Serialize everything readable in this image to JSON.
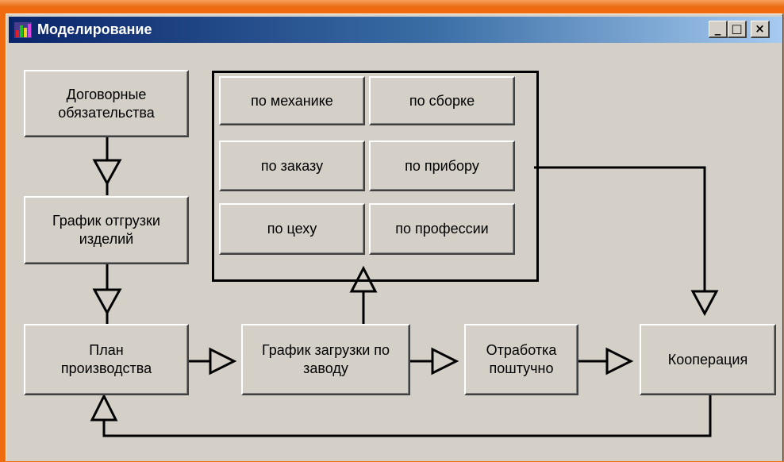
{
  "window": {
    "title": "Моделирование",
    "minimize_glyph": "_",
    "maximize_glyph": "□",
    "close_glyph": "×"
  },
  "diagram": {
    "contract_button": "Договорные\nобязательства",
    "shipment_button": "График отгрузки\nизделий",
    "plan_button": "План\nпроизводства",
    "factory_load_button": "График загрузки по\nзаводу",
    "piecework_button": "Отработка\nпоштучно",
    "cooperation_button": "Кооперация",
    "grid": {
      "mechanics": "по механике",
      "assembly": "по сборке",
      "order": "по заказу",
      "device": "по прибору",
      "workshop": "по цеху",
      "profession": "по профессии"
    }
  }
}
